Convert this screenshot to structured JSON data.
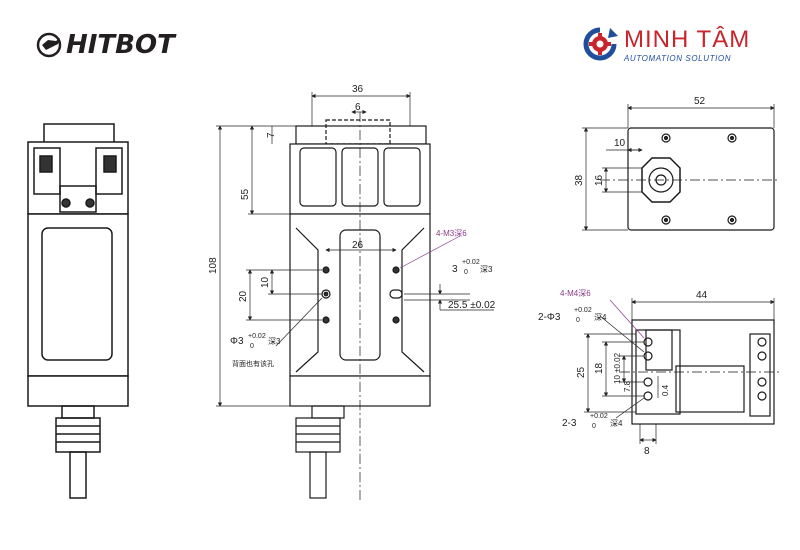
{
  "brand_left": {
    "name": "HITBOT",
    "icon": "hitbot-hand-icon"
  },
  "brand_right": {
    "name": "MINH TÂM",
    "tagline": "AUTOMATION SOLUTION",
    "icon": "gear-icon",
    "colors": {
      "red": "#c8252c",
      "blue": "#1f4e9c"
    }
  },
  "front_view": {
    "dims": {
      "width_top": "36",
      "width_inner": "6",
      "height_7": "7",
      "height_55": "55",
      "height_108": "108",
      "height_20": "20",
      "height_10": "10",
      "width_26": "26",
      "dim_25_5": "25.5 ±0.02",
      "hole_m3": "4-M3深6",
      "pin_right_main": "3",
      "pin_right_tol": "+0.02",
      "pin_right_zero": "0",
      "pin_right_depth": "深3",
      "pin_left_main": "Φ3",
      "pin_left_tol": "+0.02",
      "pin_left_zero": "0",
      "pin_left_depth": "深3",
      "back_note": "背面也有该孔",
      "tol_small": "±0.02"
    }
  },
  "top_view": {
    "dims": {
      "width_52": "52",
      "dim_10": "10",
      "dim_38": "38",
      "dim_16": "16"
    }
  },
  "bottom_view": {
    "dims": {
      "width_44": "44",
      "hole_m4": "4-M4深6",
      "pin_top_main": "2-Φ3",
      "pin_top_tol": "+0.02",
      "pin_top_zero": "0",
      "pin_top_depth": "深4",
      "dim_25": "25",
      "dim_18": "18",
      "dim_10": "10 ±0.02",
      "dim_7_8": "7.8",
      "dim_0_4": "0.4",
      "pin_bot_main": "2-3",
      "pin_bot_tol": "+0.02",
      "pin_bot_zero": "0",
      "pin_bot_depth": "深4",
      "dim_8": "8"
    }
  }
}
